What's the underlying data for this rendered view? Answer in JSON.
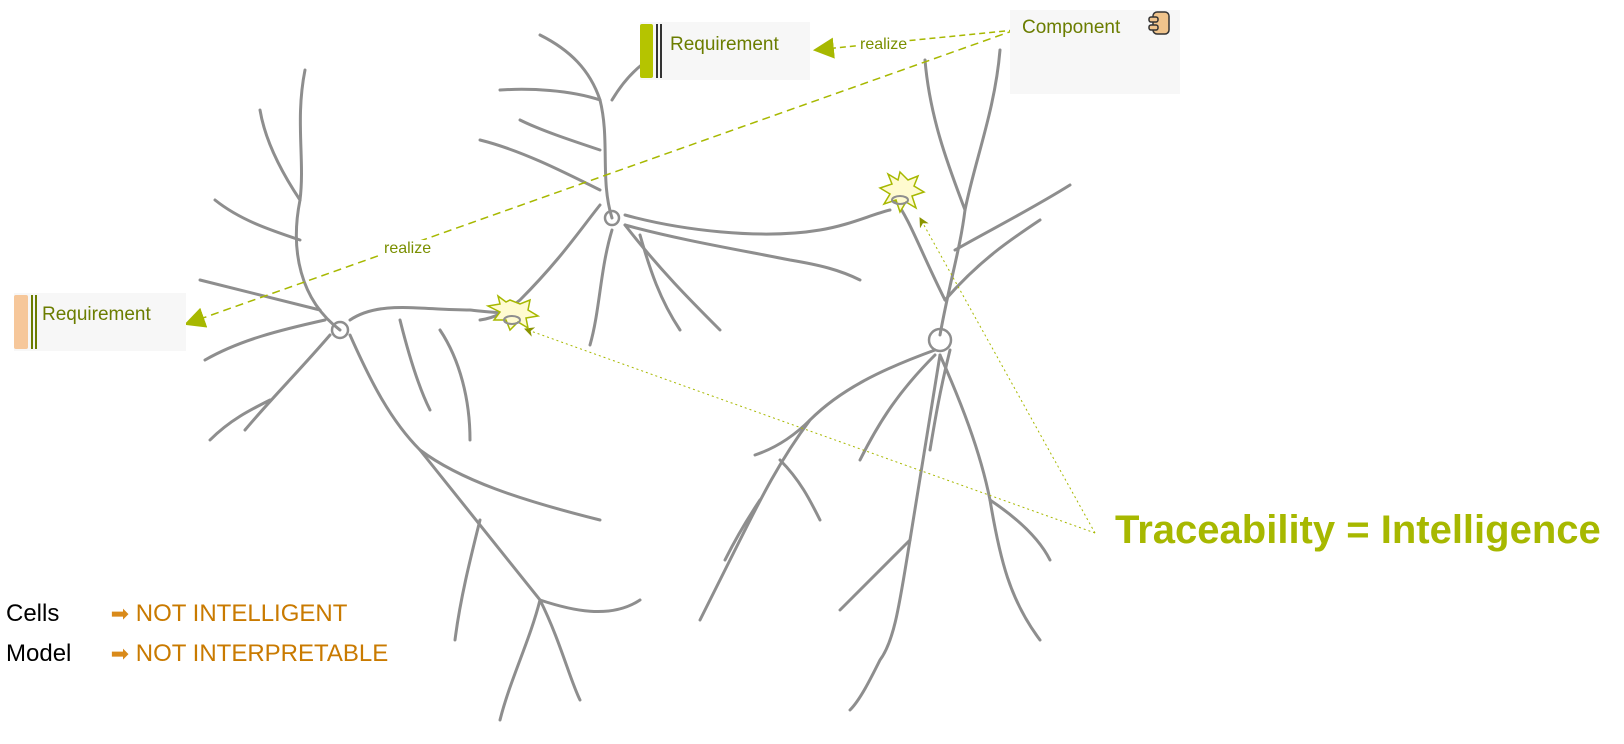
{
  "colors": {
    "accent": "#a7b800",
    "requirement_bar_green": "#b5c400",
    "requirement_bar_orange": "#f6c79a",
    "component_icon": "#f0c48c",
    "legend_value": "#c97a00",
    "neuron": "#8a8a8a"
  },
  "diagram": {
    "top_requirement": {
      "label": "Requirement"
    },
    "left_requirement": {
      "label": "Requirement"
    },
    "component": {
      "label": "Component",
      "icon": "component-icon"
    },
    "connectors": [
      {
        "label": "realize",
        "from": "Component",
        "to": "top Requirement"
      },
      {
        "label": "realize",
        "from": "Component",
        "to": "left Requirement"
      }
    ],
    "synapse_icon": "spark-icon"
  },
  "headline": "Traceability = Intelligence",
  "legend": [
    {
      "key": "Cells",
      "value": "NOT INTELLIGENT",
      "icon": "arrow-right-icon"
    },
    {
      "key": "Model",
      "value": "NOT INTERPRETABLE",
      "icon": "arrow-right-icon"
    }
  ]
}
